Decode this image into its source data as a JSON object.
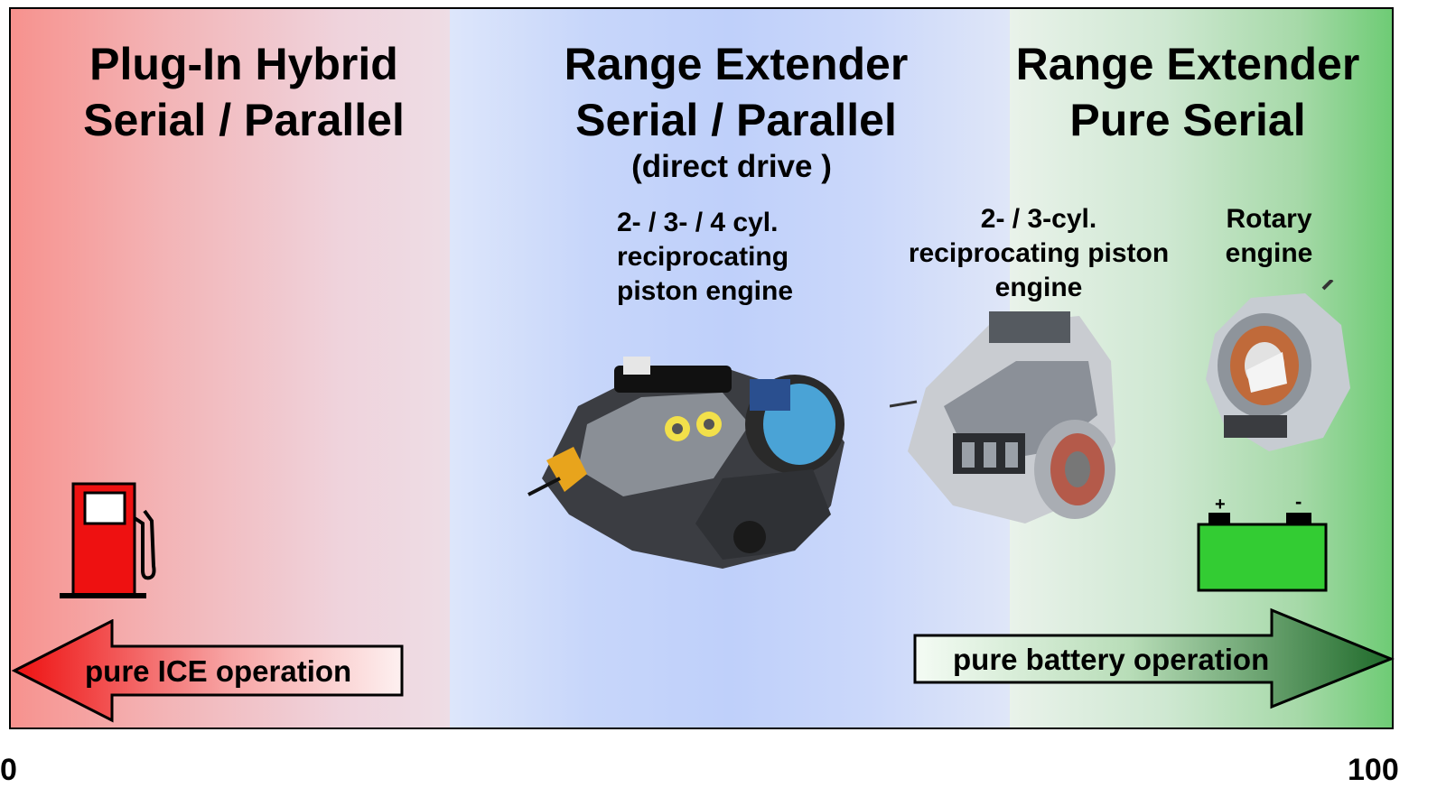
{
  "regions": [
    {
      "title": [
        "Plug-In Hybrid",
        "Serial / Parallel"
      ],
      "colors": {
        "start": "#f7928e",
        "end": "#eedde5"
      }
    },
    {
      "title": [
        "Range Extender",
        "Serial / Parallel"
      ],
      "subtitle": "(direct drive )",
      "colors": {
        "start": "#dde6fb",
        "end": "#dfe6f8"
      }
    },
    {
      "title": [
        "Range Extender",
        "Pure Serial"
      ],
      "colors": {
        "start": "#e9f2ea",
        "end": "#6ccb73"
      }
    }
  ],
  "engines": {
    "piston_4cyl": [
      "2- / 3- / 4 cyl.",
      "reciprocating",
      "piston engine"
    ],
    "piston_3cyl": [
      "2- / 3-cyl.",
      "reciprocating piston",
      "engine"
    ],
    "rotary": [
      "Rotary",
      "engine"
    ]
  },
  "arrows": {
    "left": {
      "label": "pure ICE operation",
      "icon": "fuel-pump-icon",
      "color": "#ee1111"
    },
    "right": {
      "label": "pure battery operation",
      "icon": "battery-icon",
      "color": "#2d9a3a"
    }
  },
  "battery": {
    "plus": "+",
    "minus": "-",
    "color": "#33cc33"
  },
  "axis": {
    "min": "0",
    "max": "100"
  }
}
